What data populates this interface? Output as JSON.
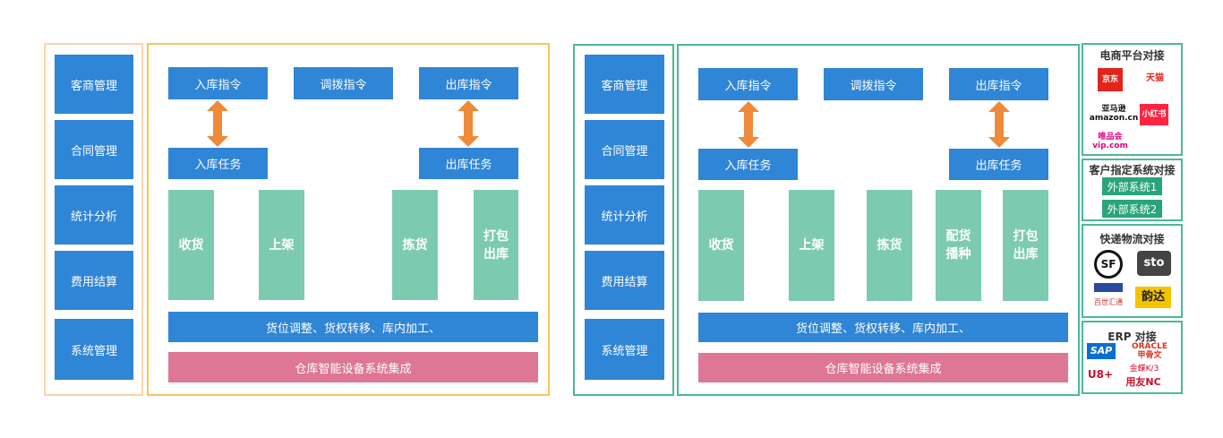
{
  "left_menu": [
    "客商管理",
    "合同管理",
    "统计分析",
    "费用结算",
    "系统管理"
  ],
  "commands": {
    "inbound": "入库指令",
    "transfer": "调拨指令",
    "outbound": "出库指令"
  },
  "tasks": {
    "inbound": "入库任务",
    "outbound": "出库任务"
  },
  "diagram1": {
    "steps": [
      "收货",
      "上架",
      "拣货",
      "打包\n出库"
    ]
  },
  "diagram2": {
    "steps": [
      "收货",
      "上架",
      "拣货",
      "配货\n播种",
      "打包\n出库"
    ]
  },
  "bottom_bar": "货位调整、货权转移、库内加工、",
  "integration_bar": "仓库智能设备系统集成",
  "side_panels": {
    "ecommerce": {
      "title": "电商平台对接",
      "logos": [
        {
          "name": "jd-logo",
          "text": "京东",
          "color": "#e1251b"
        },
        {
          "name": "tmall-logo",
          "text": "天猫",
          "color": "#000000"
        },
        {
          "name": "amazon-logo",
          "text": "亚马逊\namazon.cn",
          "color": "#111111"
        },
        {
          "name": "xiaohongshu-logo",
          "text": "小红书",
          "color": "#ff2442"
        },
        {
          "name": "vip-logo",
          "text": "唯品会\nvip.com",
          "color": "#e6007e"
        }
      ]
    },
    "customer_system": {
      "title": "客户指定系统对接",
      "buttons": [
        "外部系统1",
        "外部系统2"
      ]
    },
    "express": {
      "title": "快递物流对接",
      "logos": [
        {
          "name": "sf-express-logo",
          "text": "SF",
          "color": "#111111"
        },
        {
          "name": "sto-express-logo",
          "text": "sto",
          "color": "#555555"
        },
        {
          "name": "bestex-logo",
          "text": "百世汇通",
          "color": "#c0302a"
        },
        {
          "name": "yunda-logo",
          "text": "韵达",
          "color": "#f5a800"
        }
      ]
    },
    "erp": {
      "title": "ERP 对接",
      "logos": [
        {
          "name": "sap-logo",
          "text": "SAP",
          "color": "#0a6ed1"
        },
        {
          "name": "oracle-logo",
          "text": "ORACLE\n甲骨文",
          "color": "#e0301e"
        },
        {
          "name": "u8-logo",
          "text": "U8+",
          "color": "#c8102e"
        },
        {
          "name": "kingdee-logo",
          "text": "金蝶K/3",
          "color": "#c8102e"
        },
        {
          "name": "yonyou-nc-logo",
          "text": "用友NC",
          "color": "#c8102e"
        }
      ]
    }
  },
  "colors": {
    "blue": "#2f85d6",
    "green": "#7ccbb1",
    "pink": "#de7795",
    "arrow": "#ee8a3a",
    "frame1": "#f7c45a",
    "frame2": "#4bb89a"
  }
}
